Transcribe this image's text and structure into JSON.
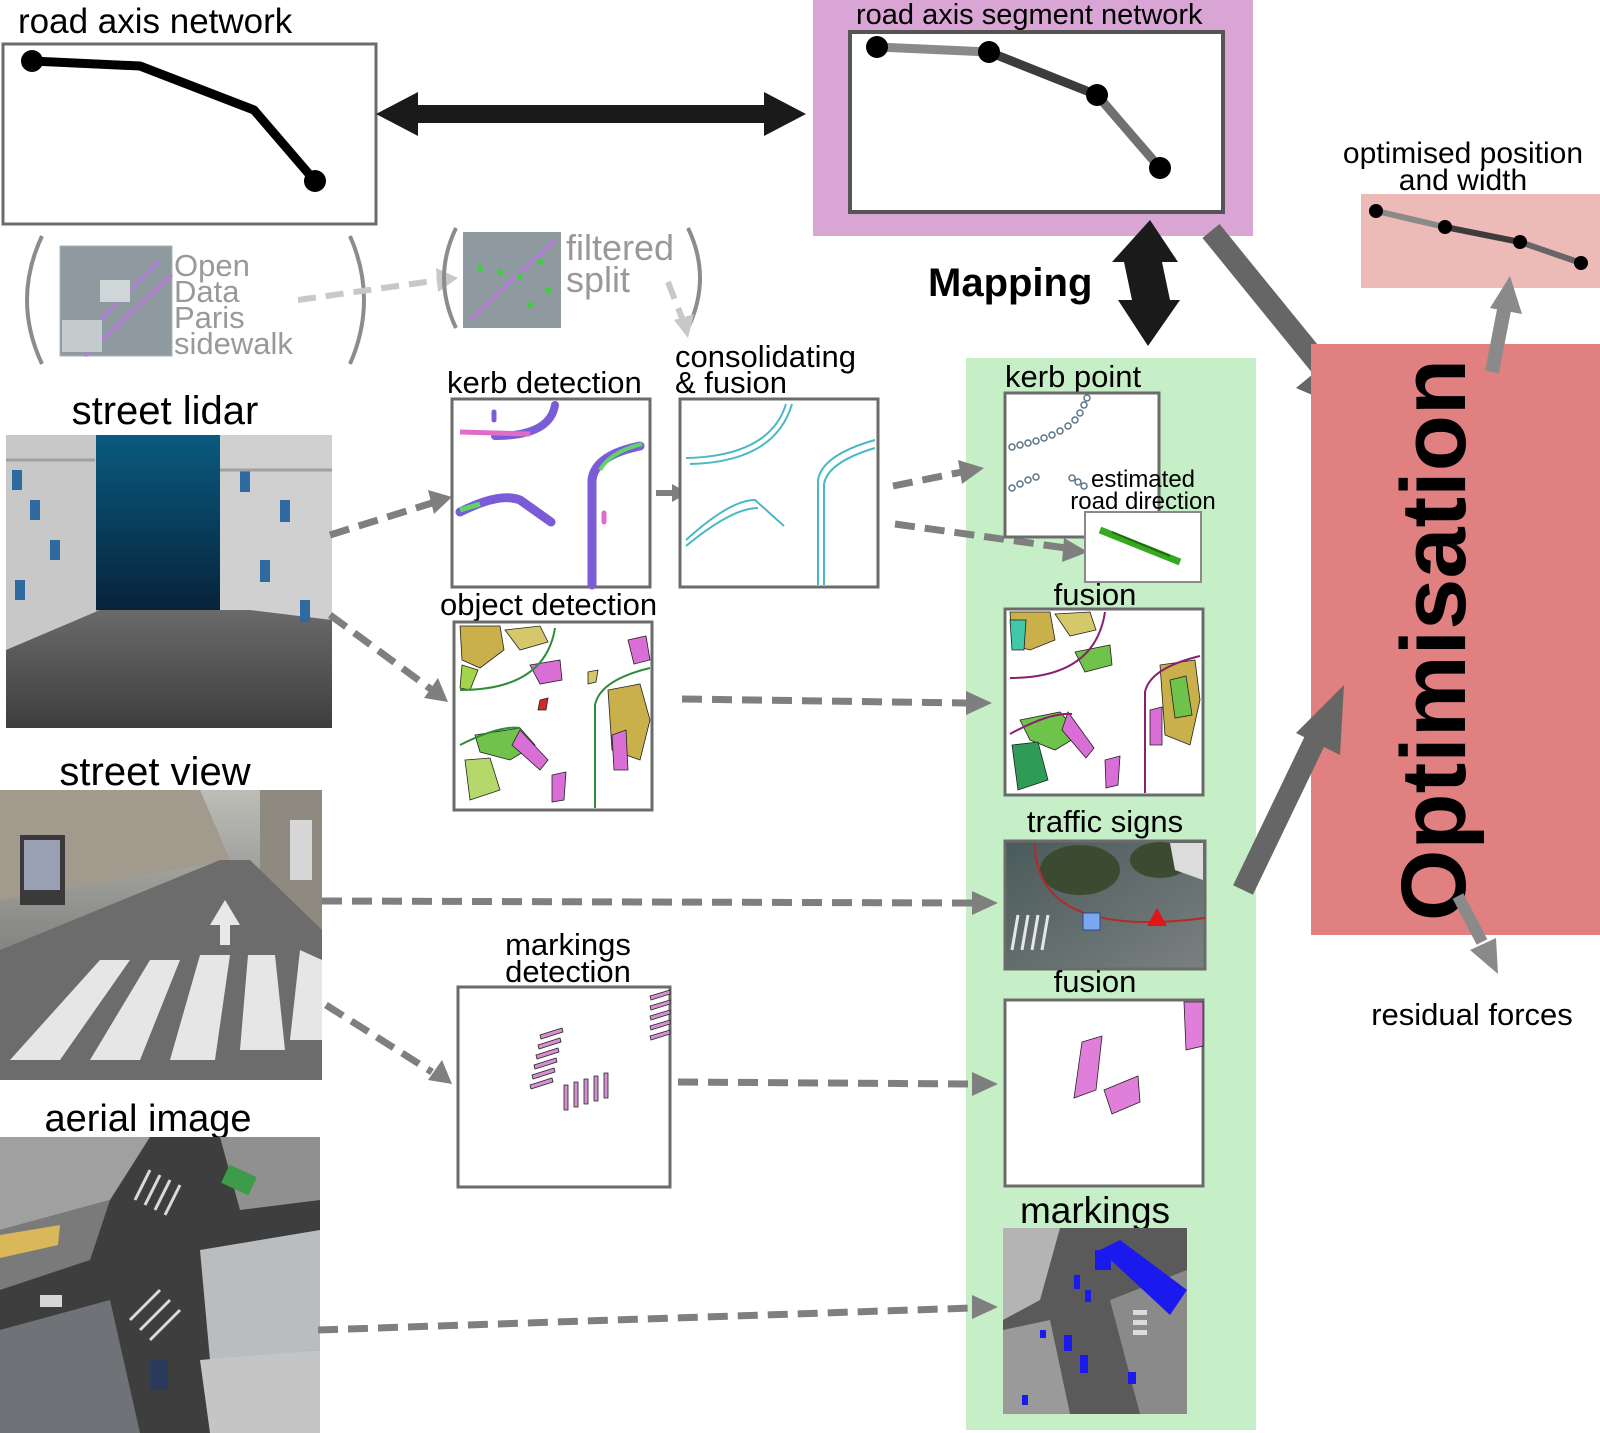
{
  "labels": {
    "road_axis_network": "road axis network",
    "road_axis_segment_network": "road axis segment network",
    "optimised_line1": "optimised position",
    "optimised_line2": "and width",
    "open_data": [
      "Open",
      "Data",
      "Paris",
      "sidewalk"
    ],
    "filtered": [
      "filtered",
      "split"
    ],
    "mapping": "Mapping",
    "street_lidar": "street lidar",
    "kerb_detection": "kerb detection",
    "consolidating": [
      "consolidating",
      "& fusion"
    ],
    "kerb_point": "kerb point",
    "estimated_road_direction": [
      "estimated",
      "road direction"
    ],
    "object_detection": "object detection",
    "fusion_1": "fusion",
    "street_view": "street view",
    "traffic_signs": "traffic signs",
    "markings_detection": [
      "markings",
      "detection"
    ],
    "fusion_2": "fusion",
    "aerial_image": "aerial image",
    "markings": "markings",
    "optimisation": "Optimisation",
    "residual_forces": "residual forces"
  },
  "colors": {
    "purple_panel": "#d9a5d4",
    "green_panel": "#c6efc8",
    "red_panel": "#e08080",
    "pink_panel": "#ecbab7",
    "kerb_cyan": "#4ab8c4",
    "marking_pink": "#e07fd9",
    "marking_blue": "#1a1aee",
    "road_dir_green": "#38a81c"
  }
}
